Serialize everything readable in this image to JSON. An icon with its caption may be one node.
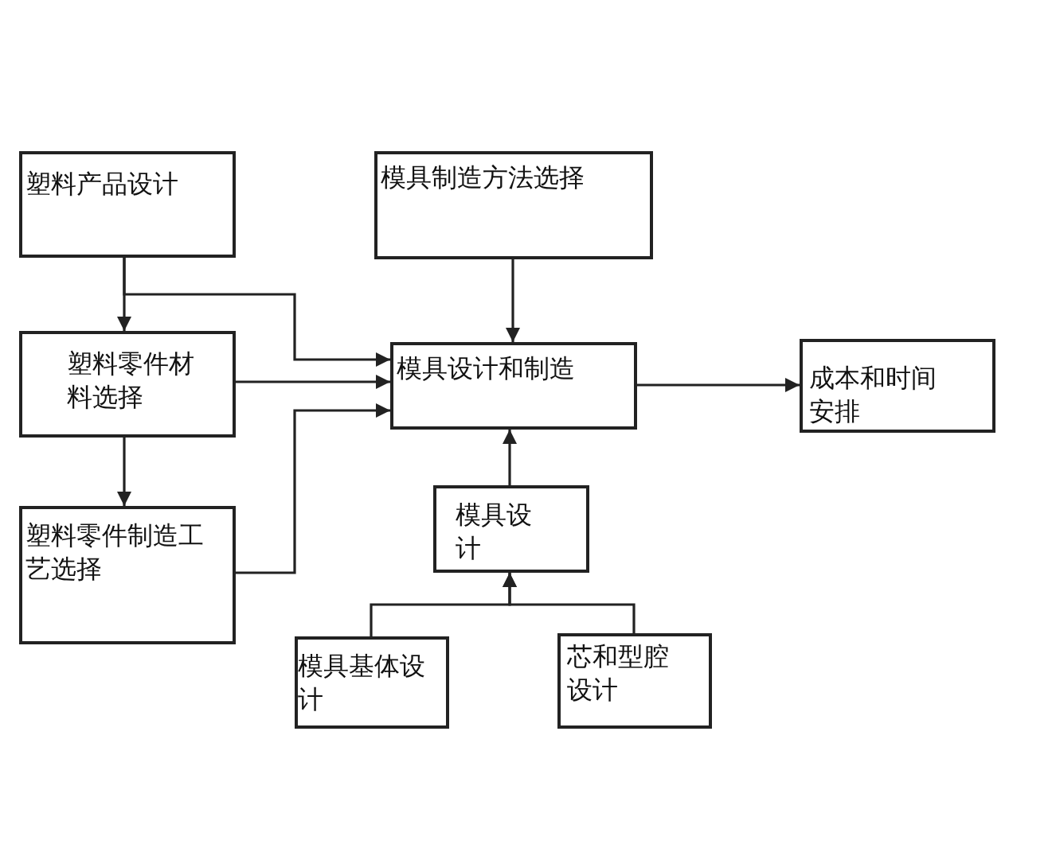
{
  "diagram": {
    "nodes": [
      {
        "text": [
          "塑料产品设计"
        ]
      },
      {
        "text": [
          "模具制造方法选择"
        ]
      },
      {
        "text": [
          "塑料零件材料选择"
        ]
      },
      {
        "text": [
          "模具设计和制造"
        ]
      },
      {
        "text": [
          "成本和时间安排"
        ]
      },
      {
        "text": [
          "塑料零件制造工艺选择"
        ]
      },
      {
        "text": [
          "模具设计"
        ]
      },
      {
        "text": [
          "模具基体设计"
        ]
      },
      {
        "text": [
          "芯和型腔设计"
        ]
      }
    ],
    "edges": [
      {
        "from": 0,
        "to": 2,
        "arrow": "to"
      },
      {
        "from": 2,
        "to": 5,
        "arrow": "to"
      },
      {
        "from": 0,
        "to": 3,
        "arrow": "to"
      },
      {
        "from": 2,
        "to": 3,
        "arrow": "to"
      },
      {
        "from": 5,
        "to": 3,
        "arrow": "to"
      },
      {
        "from": 1,
        "to": 3,
        "arrow": "to"
      },
      {
        "from": 3,
        "to": 4,
        "arrow": "to"
      },
      {
        "from": 6,
        "to": 3,
        "arrow": "to"
      },
      {
        "from": 7,
        "to": 6,
        "arrow": "to"
      },
      {
        "from": 8,
        "to": 6,
        "arrow": "to"
      }
    ]
  }
}
